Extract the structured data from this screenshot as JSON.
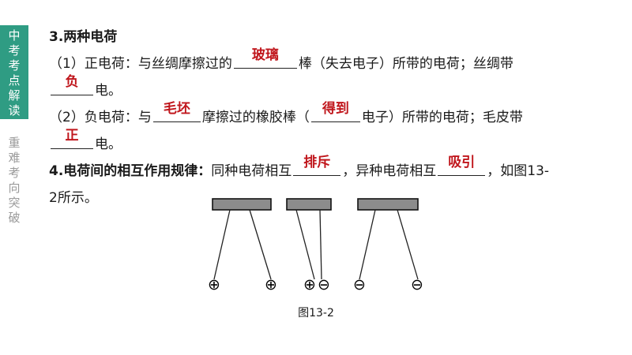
{
  "sidebar": {
    "active_tab": [
      "中",
      "考",
      "考",
      "点",
      "解",
      "读"
    ],
    "inactive_tab": [
      "重",
      "难",
      "考",
      "向",
      "突",
      "破"
    ]
  },
  "content": {
    "heading": "3.两种电荷",
    "p1": {
      "prefix": "（1）正电荷：与丝绸摩擦过的",
      "blank1": "玻璃",
      "middle": "棒（失去电子）所带的电荷；丝绸带",
      "blank2": "负",
      "suffix": "电。"
    },
    "p2": {
      "prefix": "（2）负电荷：与",
      "blank1": "毛坯",
      "middle1": "摩擦过的橡胶棒（",
      "blank2": "得到",
      "middle2": "电子）所带的电荷；毛皮带",
      "blank3": "正",
      "suffix": "电。"
    },
    "rule": {
      "heading": "4.电荷间的相互作用规律：",
      "text1": "同种电荷相互",
      "blank1": "排斥",
      "text2": "，异种电荷相互",
      "blank2": "吸引",
      "text3": "，如图13-",
      "text4": "2所示。"
    }
  },
  "figure": {
    "pairs": [
      {
        "charges": [
          "⊕",
          "⊕"
        ]
      },
      {
        "charges": [
          "⊕",
          "⊖"
        ]
      },
      {
        "charges": [
          "⊖",
          "⊖"
        ]
      }
    ],
    "caption": "图13-2"
  }
}
